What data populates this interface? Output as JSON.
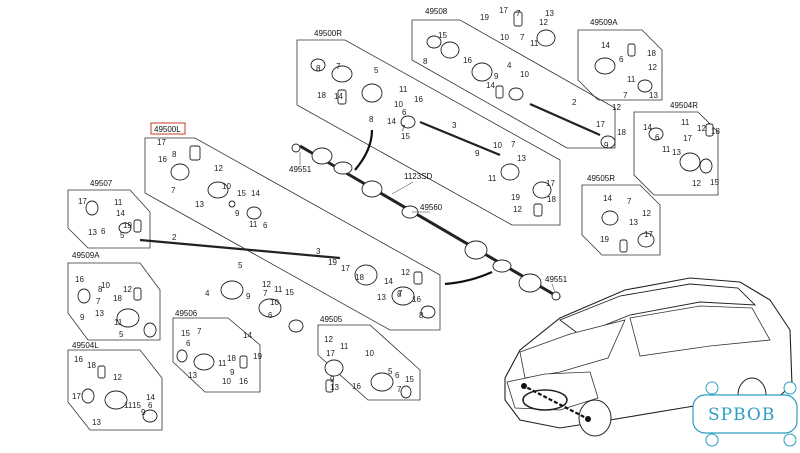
{
  "diagram": {
    "highlight_group": "49500L",
    "groups": {
      "g49508": "49508",
      "g49509A_top": "49509A",
      "g49500R": "49500R",
      "g49504R": "49504R",
      "g49505R": "49505R",
      "g49500L": "49500L",
      "g49507": "49507",
      "g49509A_left": "49509A",
      "g49506": "49506",
      "g49505": "49505",
      "g49504L": "49504L"
    },
    "part_numbers": {
      "p49551_a": "49551",
      "p49551_b": "49551",
      "p1123SD": "1123SD",
      "p49560": "49560"
    }
  },
  "brand": {
    "watermark": "SPBOB"
  },
  "colors": {
    "highlight": "#c0392b",
    "watermark": "#2a9dc2"
  }
}
